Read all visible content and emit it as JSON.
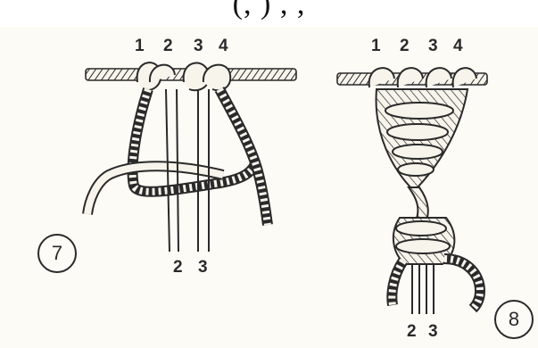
{
  "top_caption": "(, ) , , ",
  "figure_7": {
    "number": "7",
    "top_labels": [
      "1",
      "2",
      "3",
      "4"
    ],
    "bottom_labels": [
      "2",
      "3"
    ]
  },
  "figure_8": {
    "number": "8",
    "top_labels": [
      "1",
      "2",
      "3",
      "4"
    ],
    "bottom_labels": [
      "2",
      "3"
    ]
  },
  "colors": {
    "ink": "#2a2a2a",
    "paper": "#fdfbf6",
    "cord_fill": "#f7f4ec"
  }
}
